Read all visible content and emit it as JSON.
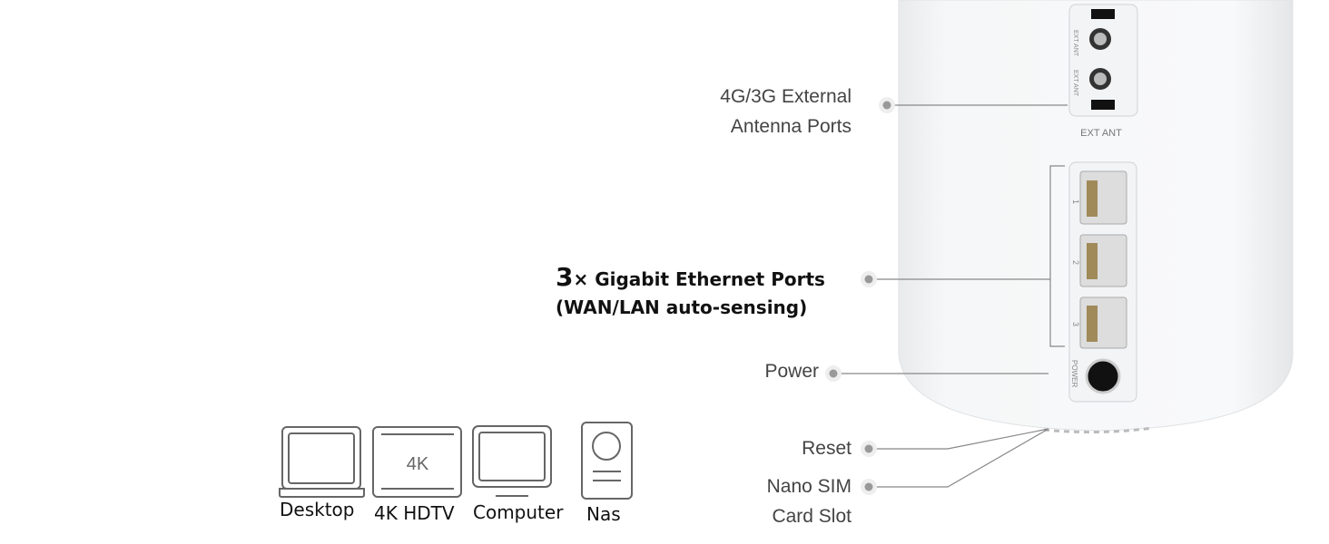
{
  "callouts": {
    "antenna": {
      "line1": "4G/3G External",
      "line2": "Antenna Ports"
    },
    "ethernet": {
      "count": "3",
      "times": "×",
      "line1": " Gigabit Ethernet Ports",
      "line2": "(WAN/LAN auto-sensing)"
    },
    "power": "Power",
    "reset": "Reset",
    "sim": {
      "line1": "Nano SIM",
      "line2": "Card Slot"
    }
  },
  "device_labels": {
    "ext_ant_panel": "EXT ANT",
    "ext_ant_vertical": "EXT ANT",
    "ports": [
      "1",
      "2",
      "3"
    ],
    "power_port": "POWER"
  },
  "devices": [
    {
      "label": "Desktop",
      "icon": "laptop-icon"
    },
    {
      "label": "4K HDTV",
      "icon": "tv-icon",
      "icon_text": "4K"
    },
    {
      "label": "Computer",
      "icon": "monitor-icon"
    },
    {
      "label": "Nas",
      "icon": "nas-icon"
    }
  ]
}
